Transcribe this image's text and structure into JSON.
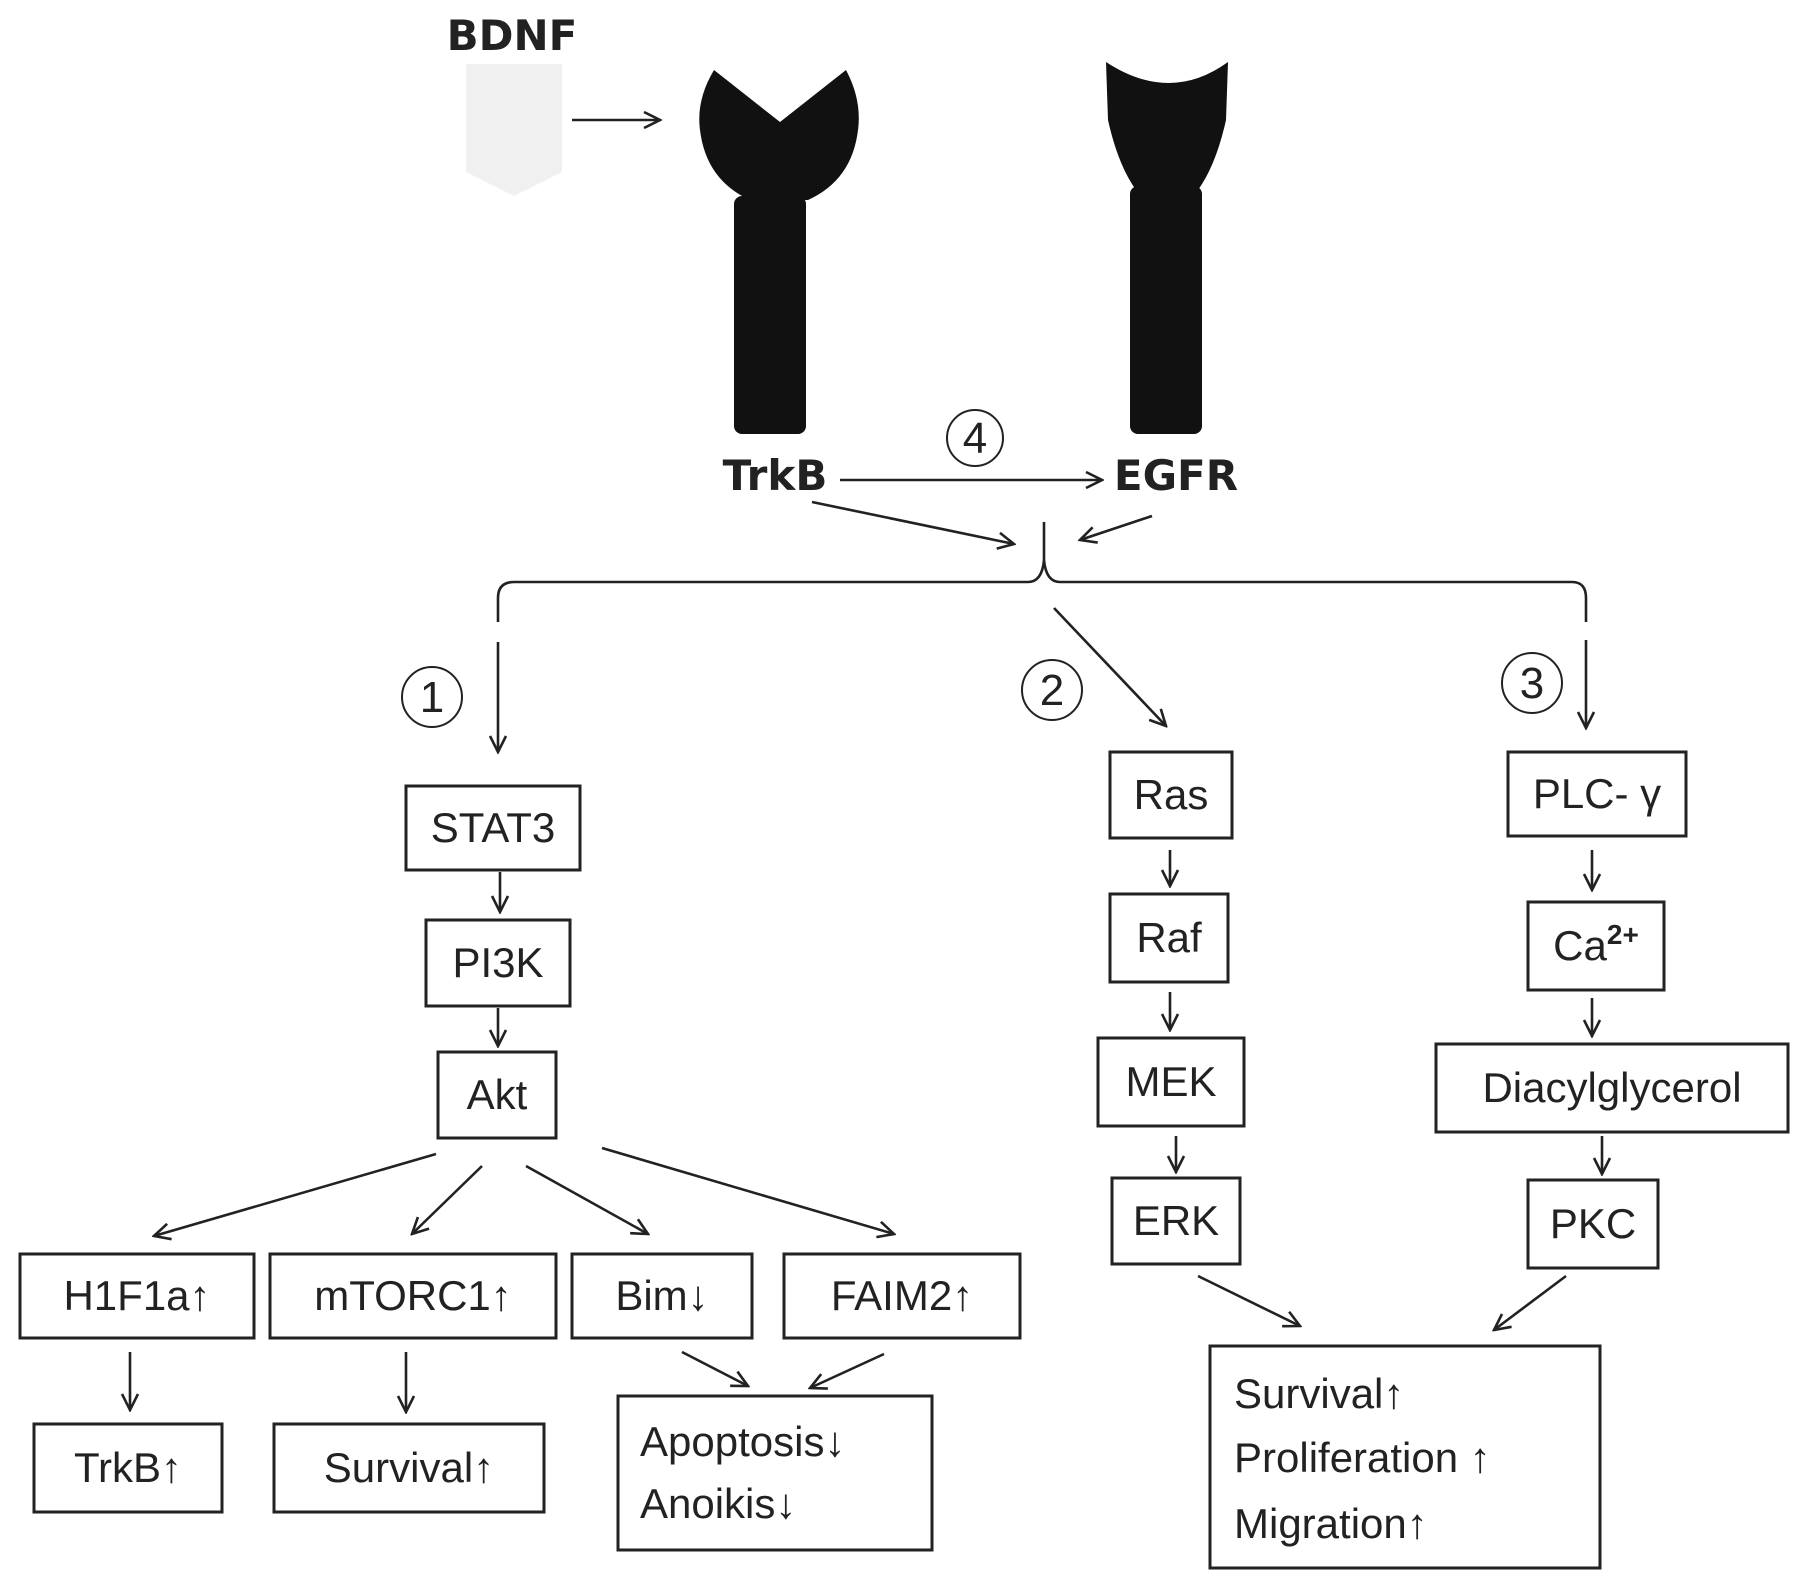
{
  "ligand": {
    "label": "BDNF"
  },
  "receptors": {
    "trkb": "TrkB",
    "egfr": "EGFR",
    "transactivation_number": "4"
  },
  "pathways": [
    {
      "number": "1",
      "chain": [
        "STAT3",
        "PI3K",
        "Akt"
      ],
      "outcomes": [
        {
          "label": "H1F1a",
          "arrow": "↑",
          "effect": {
            "label": "TrkB",
            "arrow": "↑"
          }
        },
        {
          "label": "mTORC1",
          "arrow": "↑",
          "effect": {
            "label": "Survival",
            "arrow": "↑"
          }
        },
        {
          "label": "Bim",
          "arrow": "↓"
        },
        {
          "label": "FAIM2",
          "arrow": "↑"
        }
      ],
      "shared_effect": [
        {
          "label": "Apoptosis",
          "arrow": "↓"
        },
        {
          "label": "Anoikis",
          "arrow": "↓"
        }
      ]
    },
    {
      "number": "2",
      "chain": [
        "Ras",
        "Raf",
        "MEK",
        "ERK"
      ]
    },
    {
      "number": "3",
      "chain": [
        {
          "label": "PLC- γ"
        },
        {
          "label": "Ca",
          "sup": "2+"
        },
        {
          "label": "Diacylglycerol"
        },
        {
          "label": "PKC"
        }
      ]
    }
  ],
  "final_effects": [
    {
      "label": "Survival",
      "arrow": "↑"
    },
    {
      "label": "Proliferation ",
      "arrow": "↑"
    },
    {
      "label": "Migration",
      "arrow": "↑"
    }
  ]
}
